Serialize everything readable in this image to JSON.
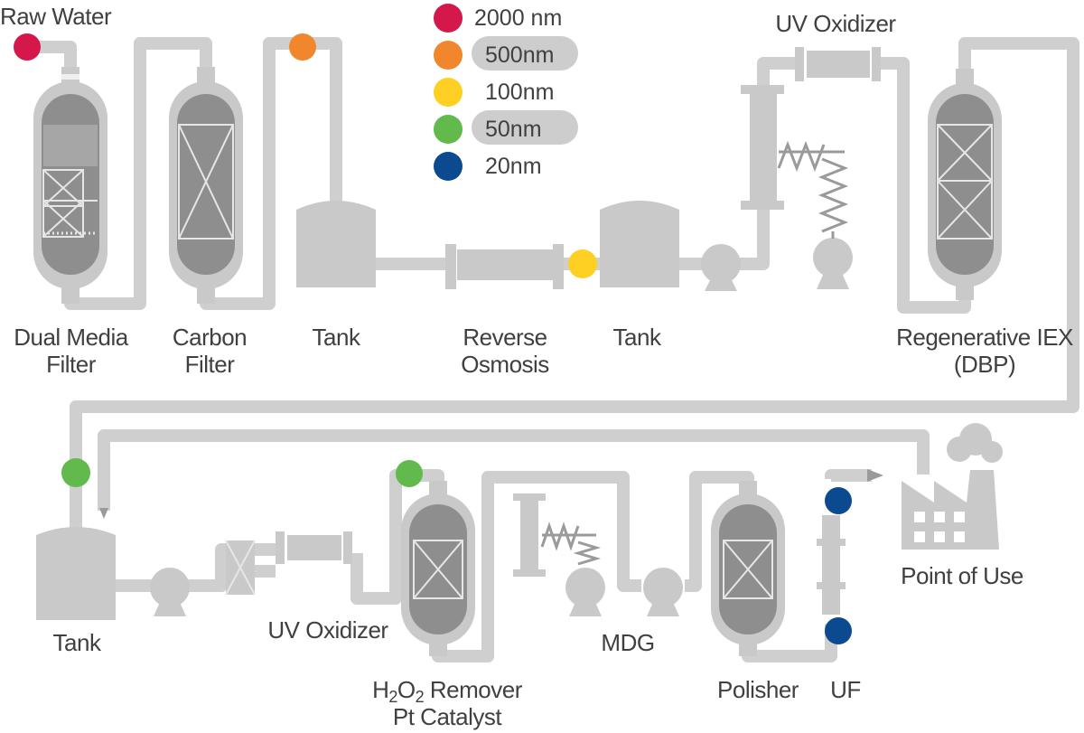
{
  "colors": {
    "pipe": "#cfcfcf",
    "equipment": "#c9c9c9",
    "media_dark": "#8e8e8e",
    "text": "#404040",
    "pill": "#cdcdcd",
    "dot_2000nm": "#d5184b",
    "dot_500nm": "#f0872d",
    "dot_100nm": "#fdd023",
    "dot_50nm": "#62b94c",
    "dot_20nm": "#0b4a8e"
  },
  "legend": [
    {
      "label": "2000 nm",
      "color": "#d5184b",
      "highlighted": false
    },
    {
      "label": "500nm",
      "color": "#f0872d",
      "highlighted": true
    },
    {
      "label": "100nm",
      "color": "#fdd023",
      "highlighted": false
    },
    {
      "label": "50nm",
      "color": "#62b94c",
      "highlighted": true
    },
    {
      "label": "20nm",
      "color": "#0b4a8e",
      "highlighted": false
    }
  ],
  "labels": {
    "raw_water": "Raw Water",
    "dual_media_1": "Dual Media",
    "dual_media_2": "Filter",
    "carbon_1": "Carbon",
    "carbon_2": "Filter",
    "tank_1": "Tank",
    "ro_1": "Reverse",
    "ro_2": "Osmosis",
    "tank_2": "Tank",
    "uv_oxidizer_top": "UV Oxidizer",
    "iex_1": "Regenerative IEX",
    "iex_2": "(DBP)",
    "tank_3": "Tank",
    "uv_oxidizer_bottom": "UV Oxidizer",
    "h2o2_h": "H",
    "h2o2_2a": "2",
    "h2o2_o": "O",
    "h2o2_2b": "2",
    "h2o2_rest": " Remover",
    "pt_catalyst": "Pt Catalyst",
    "mdg": "MDG",
    "polisher": "Polisher",
    "uf": "UF",
    "point_of_use": "Point of Use"
  }
}
